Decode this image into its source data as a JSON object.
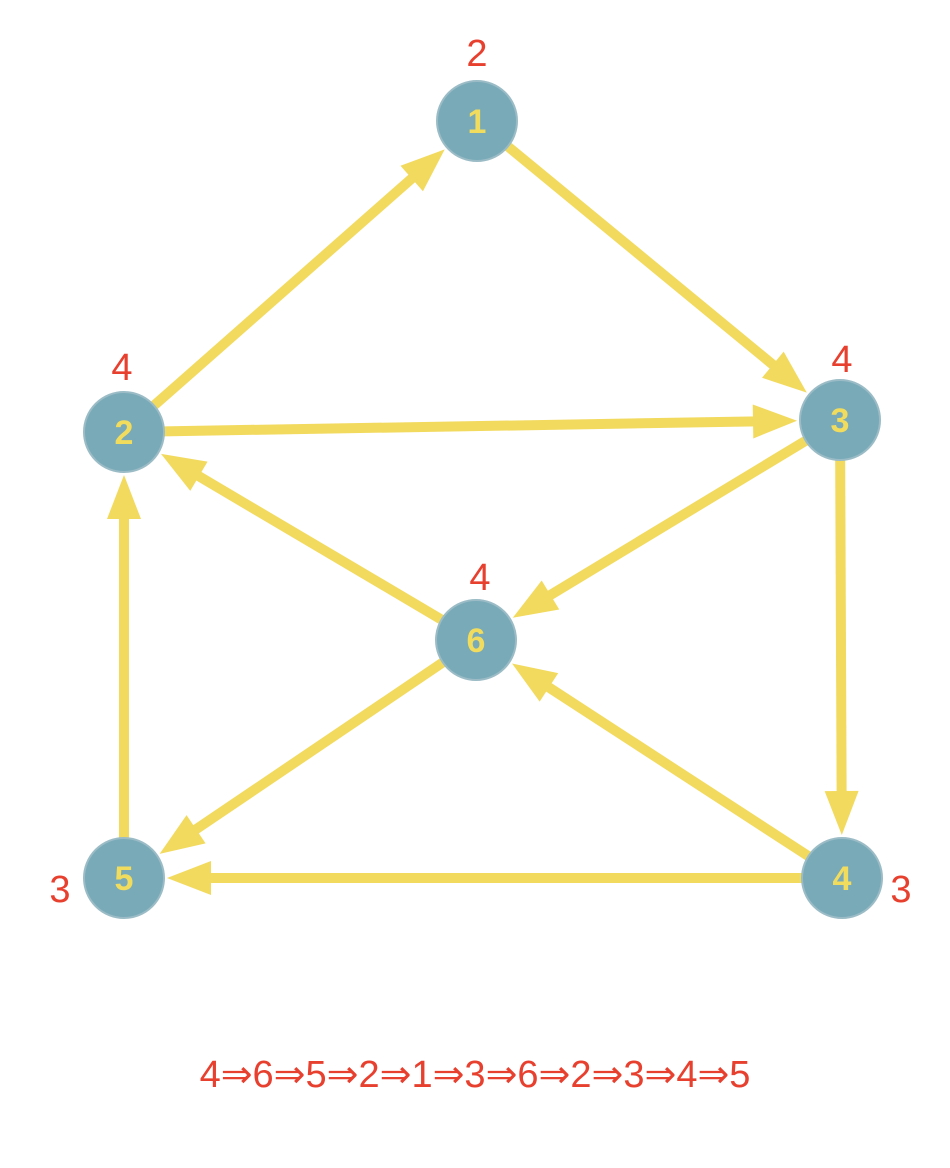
{
  "colors": {
    "node_fill": "#79aab8",
    "node_stroke": "#9bbcc6",
    "node_text": "#f2dc5d",
    "edge": "#f2da5e",
    "annotation": "#e8402f",
    "background": "#ffffff"
  },
  "nodes": [
    {
      "id": "1",
      "label": "1",
      "degree": "2"
    },
    {
      "id": "2",
      "label": "2",
      "degree": "4"
    },
    {
      "id": "3",
      "label": "3",
      "degree": "4"
    },
    {
      "id": "4",
      "label": "4",
      "degree": "3"
    },
    {
      "id": "5",
      "label": "5",
      "degree": "3"
    },
    {
      "id": "6",
      "label": "6",
      "degree": "4"
    }
  ],
  "edges": [
    {
      "from": "2",
      "to": "1"
    },
    {
      "from": "1",
      "to": "3"
    },
    {
      "from": "2",
      "to": "3"
    },
    {
      "from": "3",
      "to": "6"
    },
    {
      "from": "6",
      "to": "2"
    },
    {
      "from": "3",
      "to": "4"
    },
    {
      "from": "4",
      "to": "6"
    },
    {
      "from": "6",
      "to": "5"
    },
    {
      "from": "5",
      "to": "2"
    },
    {
      "from": "4",
      "to": "5"
    }
  ],
  "path_text": "4⇒6⇒5⇒2⇒1⇒3⇒6⇒2⇒3⇒4⇒5"
}
